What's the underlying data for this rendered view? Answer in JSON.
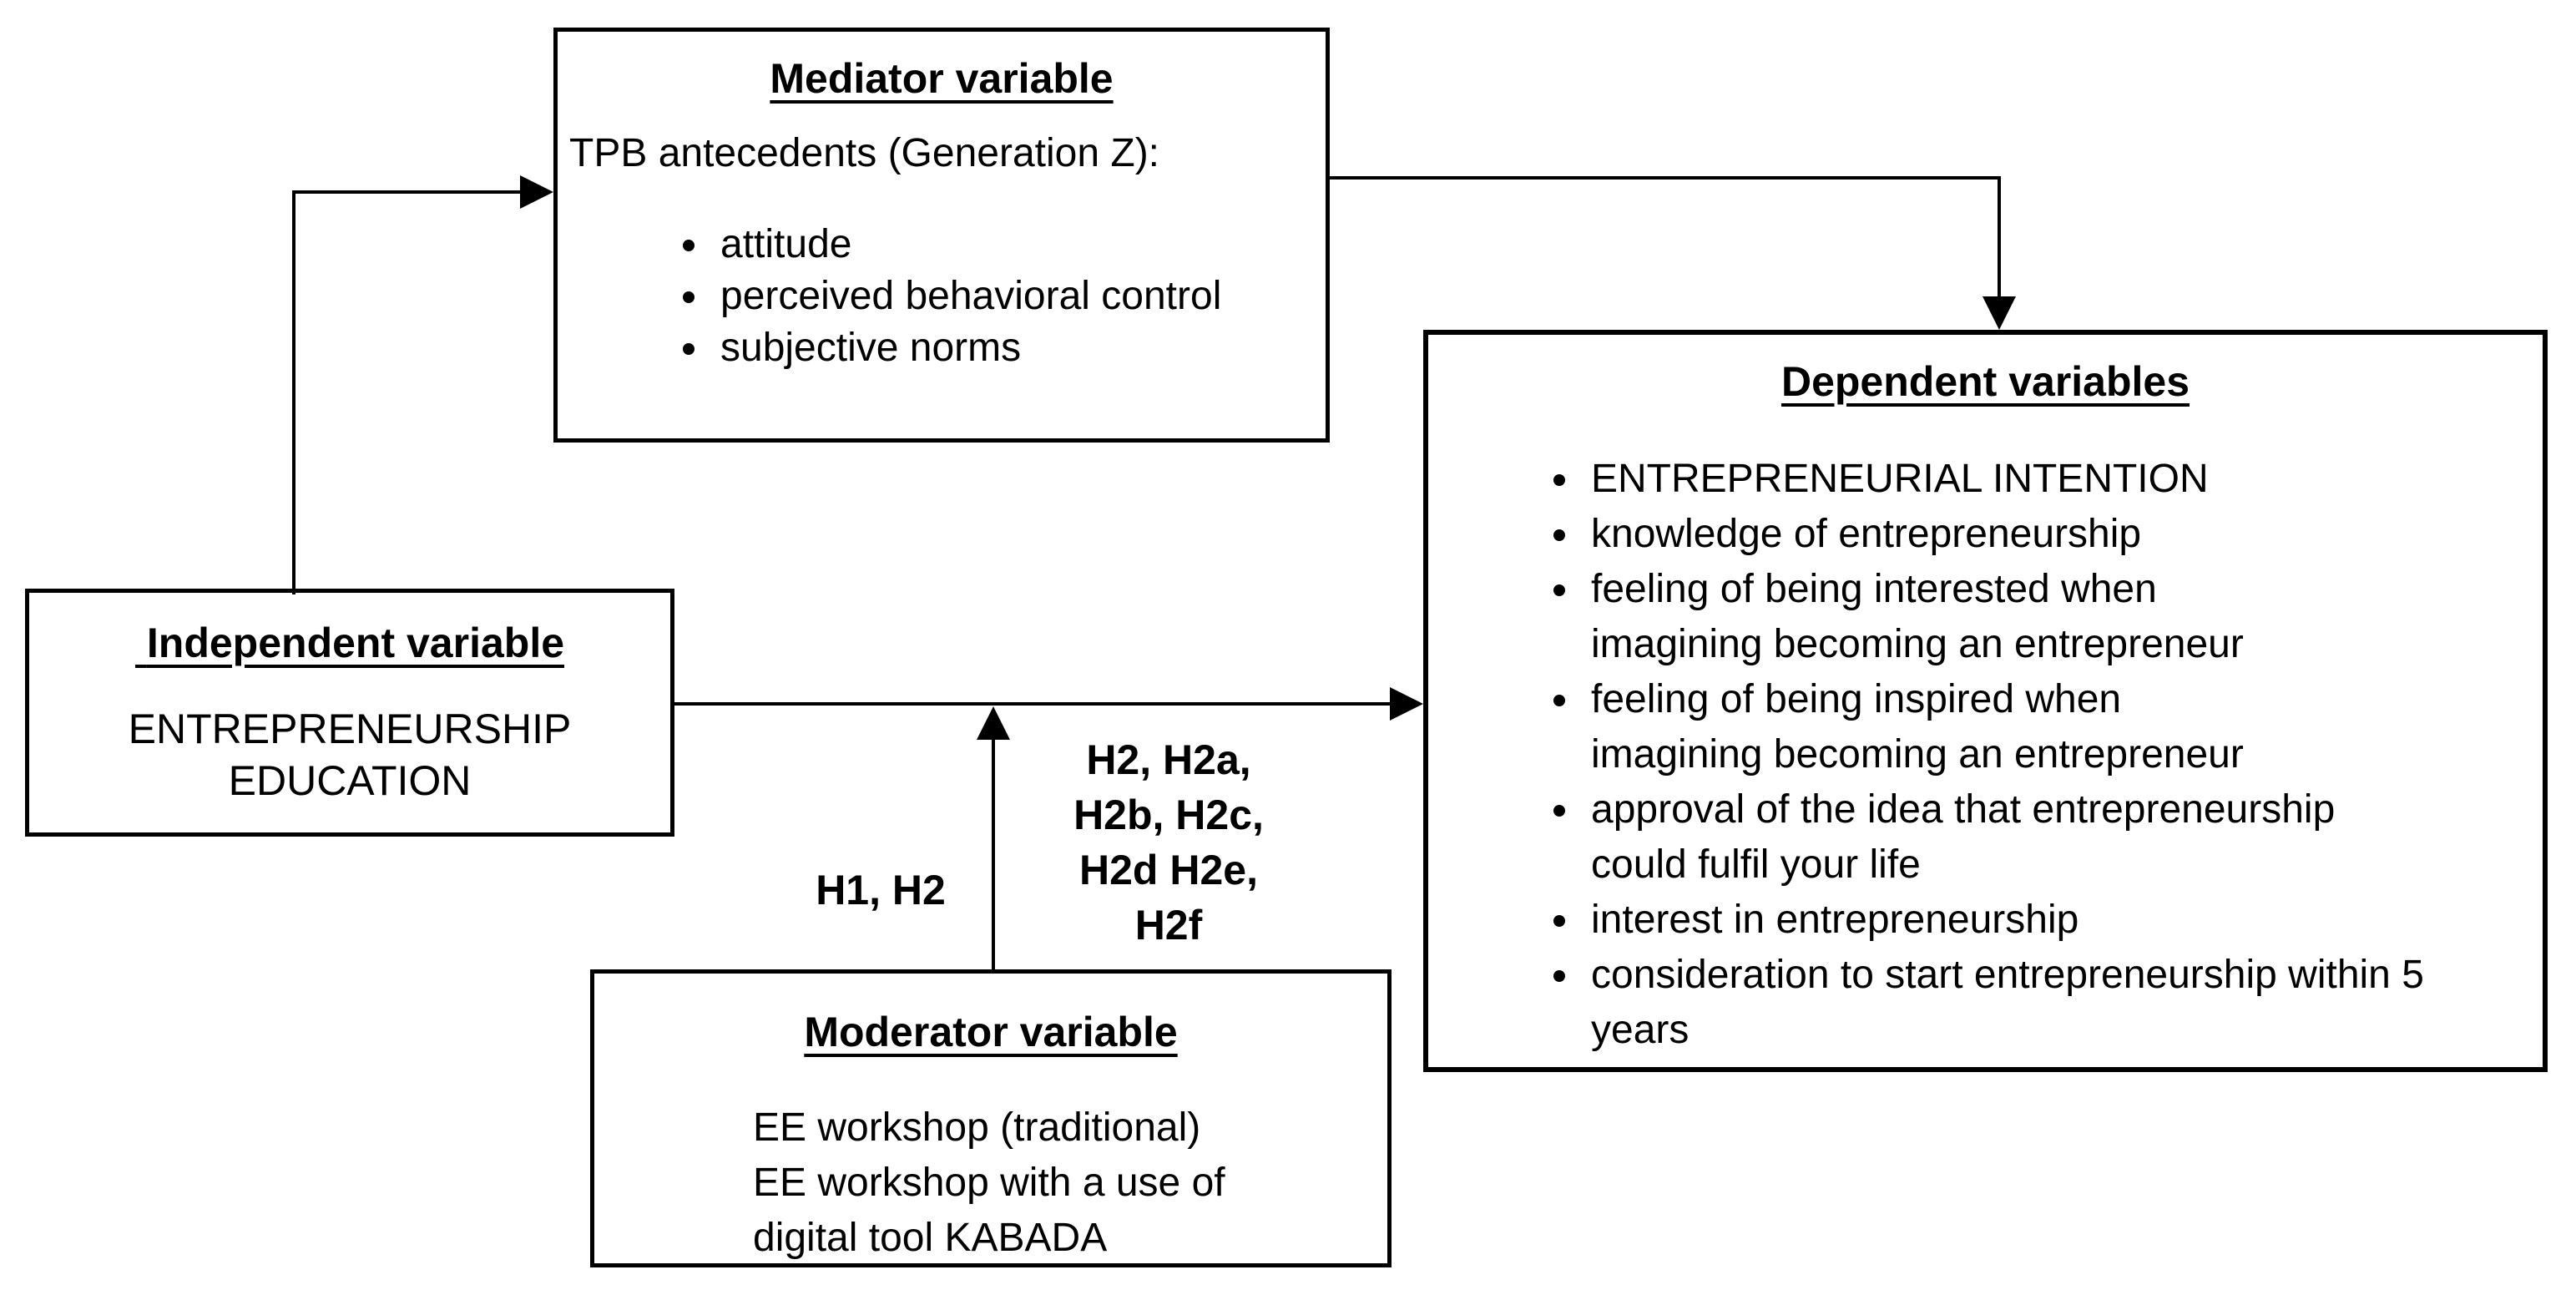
{
  "diagram": {
    "mediator_box": {
      "title": "Mediator variable",
      "intro": "TPB antecedents (Generation Z):",
      "items": [
        "attitude",
        "perceived behavioral control",
        "subjective norms"
      ]
    },
    "independent_box": {
      "title": " Independent variable",
      "body": "ENTREPRENEURSHIP\nEDUCATION"
    },
    "dependent_box": {
      "title": "Dependent variables",
      "items": [
        "ENTREPRENEURIAL INTENTION",
        "knowledge of entrepreneurship",
        "feeling of being interested when\nimagining becoming an entrepreneur",
        "feeling of being inspired when\nimagining becoming an entrepreneur",
        "approval of the idea that entrepreneurship\ncould fulfil your life",
        "interest in entrepreneurship",
        "consideration to start entrepreneurship within 5\nyears"
      ]
    },
    "moderator_box": {
      "title": "Moderator variable",
      "body": "EE workshop (traditional)\nEE workshop with a use of\ndigital tool KABADA"
    },
    "arrow_labels": {
      "independent_moderation": "H1, H2",
      "moderation_hypotheses": "H2, H2a,\nH2b, H2c,\nH2d H2e,\nH2f"
    },
    "colors": {
      "line": "#000000",
      "text": "#000000",
      "background": "#ffffff"
    }
  }
}
